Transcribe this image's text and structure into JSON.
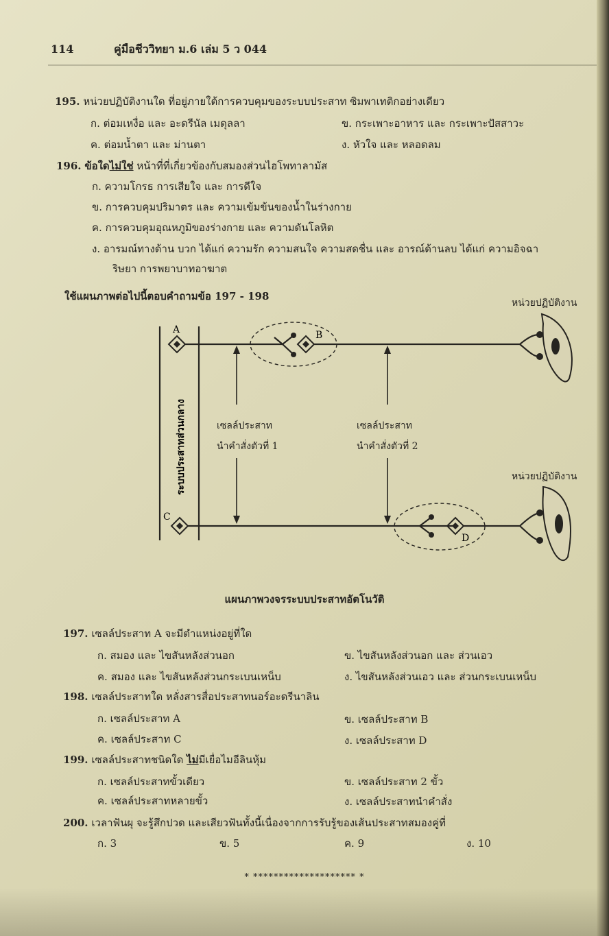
{
  "header": {
    "page_number": "114",
    "book_title": "คู่มือชีววิทยา ม.6 เล่ม 5 ว 044"
  },
  "q195": {
    "number": "195.",
    "text": "หน่วยปฏิบัติงานใด ที่อยู่ภายใต้การควบคุมของระบบประสาท ซิมพาเทติกอย่างเดียว",
    "options": [
      "ก. ต่อมเหงื่อ และ อะดรีนัล เมดุลลา",
      "ข. กระเพาะอาหาร และ กระเพาะปัสสาวะ",
      "ค. ต่อมน้ำตา และ ม่านตา",
      "ง. หัวใจ และ หลอดลม"
    ]
  },
  "q196": {
    "number": "196.",
    "text_pre": "ข้อใด",
    "text_emph": "ไม่ใช่",
    "text_post": " หน้าที่ที่เกี่ยวข้องกับสมองส่วนไฮโพทาลามัส",
    "options": [
      "ก. ความโกรธ การเสียใจ และ การดีใจ",
      "ข. การควบคุมปริมาตร และ ความเข้มข้นของน้ำในร่างกาย",
      "ค. การควบคุมอุณหภูมิของร่างกาย และ ความดันโลหิต",
      "ง. อารมณ์ทางด้าน บวก ได้แก่ ความรัก ความสนใจ ความสดชื่น และ อารณ์ด้านลบ ได้แก่ ความอิจฉา",
      "ริษยา การพยาบาทอาฆาต"
    ]
  },
  "instruction": "ใช้แผนภาพต่อไปนี้ตอบคำถามข้อ 197 - 198",
  "diagram": {
    "effector_top": "หน่วยปฏิบัติงาน",
    "effector_bottom": "หน่วยปฏิบัติงาน",
    "cns_label": "ระบบประสาทส่วนกลาง",
    "neuron1": [
      "เซลล์ประสาท",
      "นำคำสั่งตัวที่ 1"
    ],
    "neuron2": [
      "เซลล์ประสาท",
      "นำคำสั่งตัวที่ 2"
    ],
    "labels": {
      "a": "A",
      "b": "B",
      "c": "C",
      "d": "D"
    },
    "caption": "แผนภาพวงจรระบบประสาทอัตโนวัติ"
  },
  "q197": {
    "number": "197.",
    "text": "เซลล์ประสาท A จะมีตำแหน่งอยู่ที่ใด",
    "options": [
      "ก. สมอง และ ไขสันหลังส่วนอก",
      "ข. ไขสันหลังส่วนอก และ ส่วนเอว",
      "ค. สมอง และ ไขสันหลังส่วนกระเบนเหน็บ",
      "ง. ไขสันหลังส่วนเอว และ ส่วนกระเบนเหน็บ"
    ]
  },
  "q198": {
    "number": "198.",
    "text": "เซลล์ประสาทใด หลั่งสารสื่อประสาทนอร์อะดรีนาลิน",
    "options": [
      "ก. เซลล์ประสาท A",
      "ข. เซลล์ประสาท B",
      "ค. เซลล์ประสาท C",
      "ง. เซลล์ประสาท D"
    ]
  },
  "q199": {
    "number": "199.",
    "text_pre": "เซลล์ประสาทชนิดใด ",
    "text_emph": "ไม่",
    "text_post": "มีเยื่อไมอีลินหุ้ม",
    "options": [
      "ก. เซลล์ประสาทขั้วเดียว",
      "ข. เซลล์ประสาท 2 ขั้ว",
      "ค. เซลล์ประสาทหลายขั้ว",
      "ง. เซลล์ประสาทนำคำสั่ง"
    ]
  },
  "q200": {
    "number": "200.",
    "text": "เวลาฟันผุ จะรู้สึกปวด และเสียวฟันทั้งนี้เนื่องจากการรับรู้ของเส้นประสาทสมองคู่ที่",
    "options": [
      "ก. 3",
      "ข. 5",
      "ค. 9",
      "ง. 10"
    ]
  },
  "footer": "* ******************** *"
}
